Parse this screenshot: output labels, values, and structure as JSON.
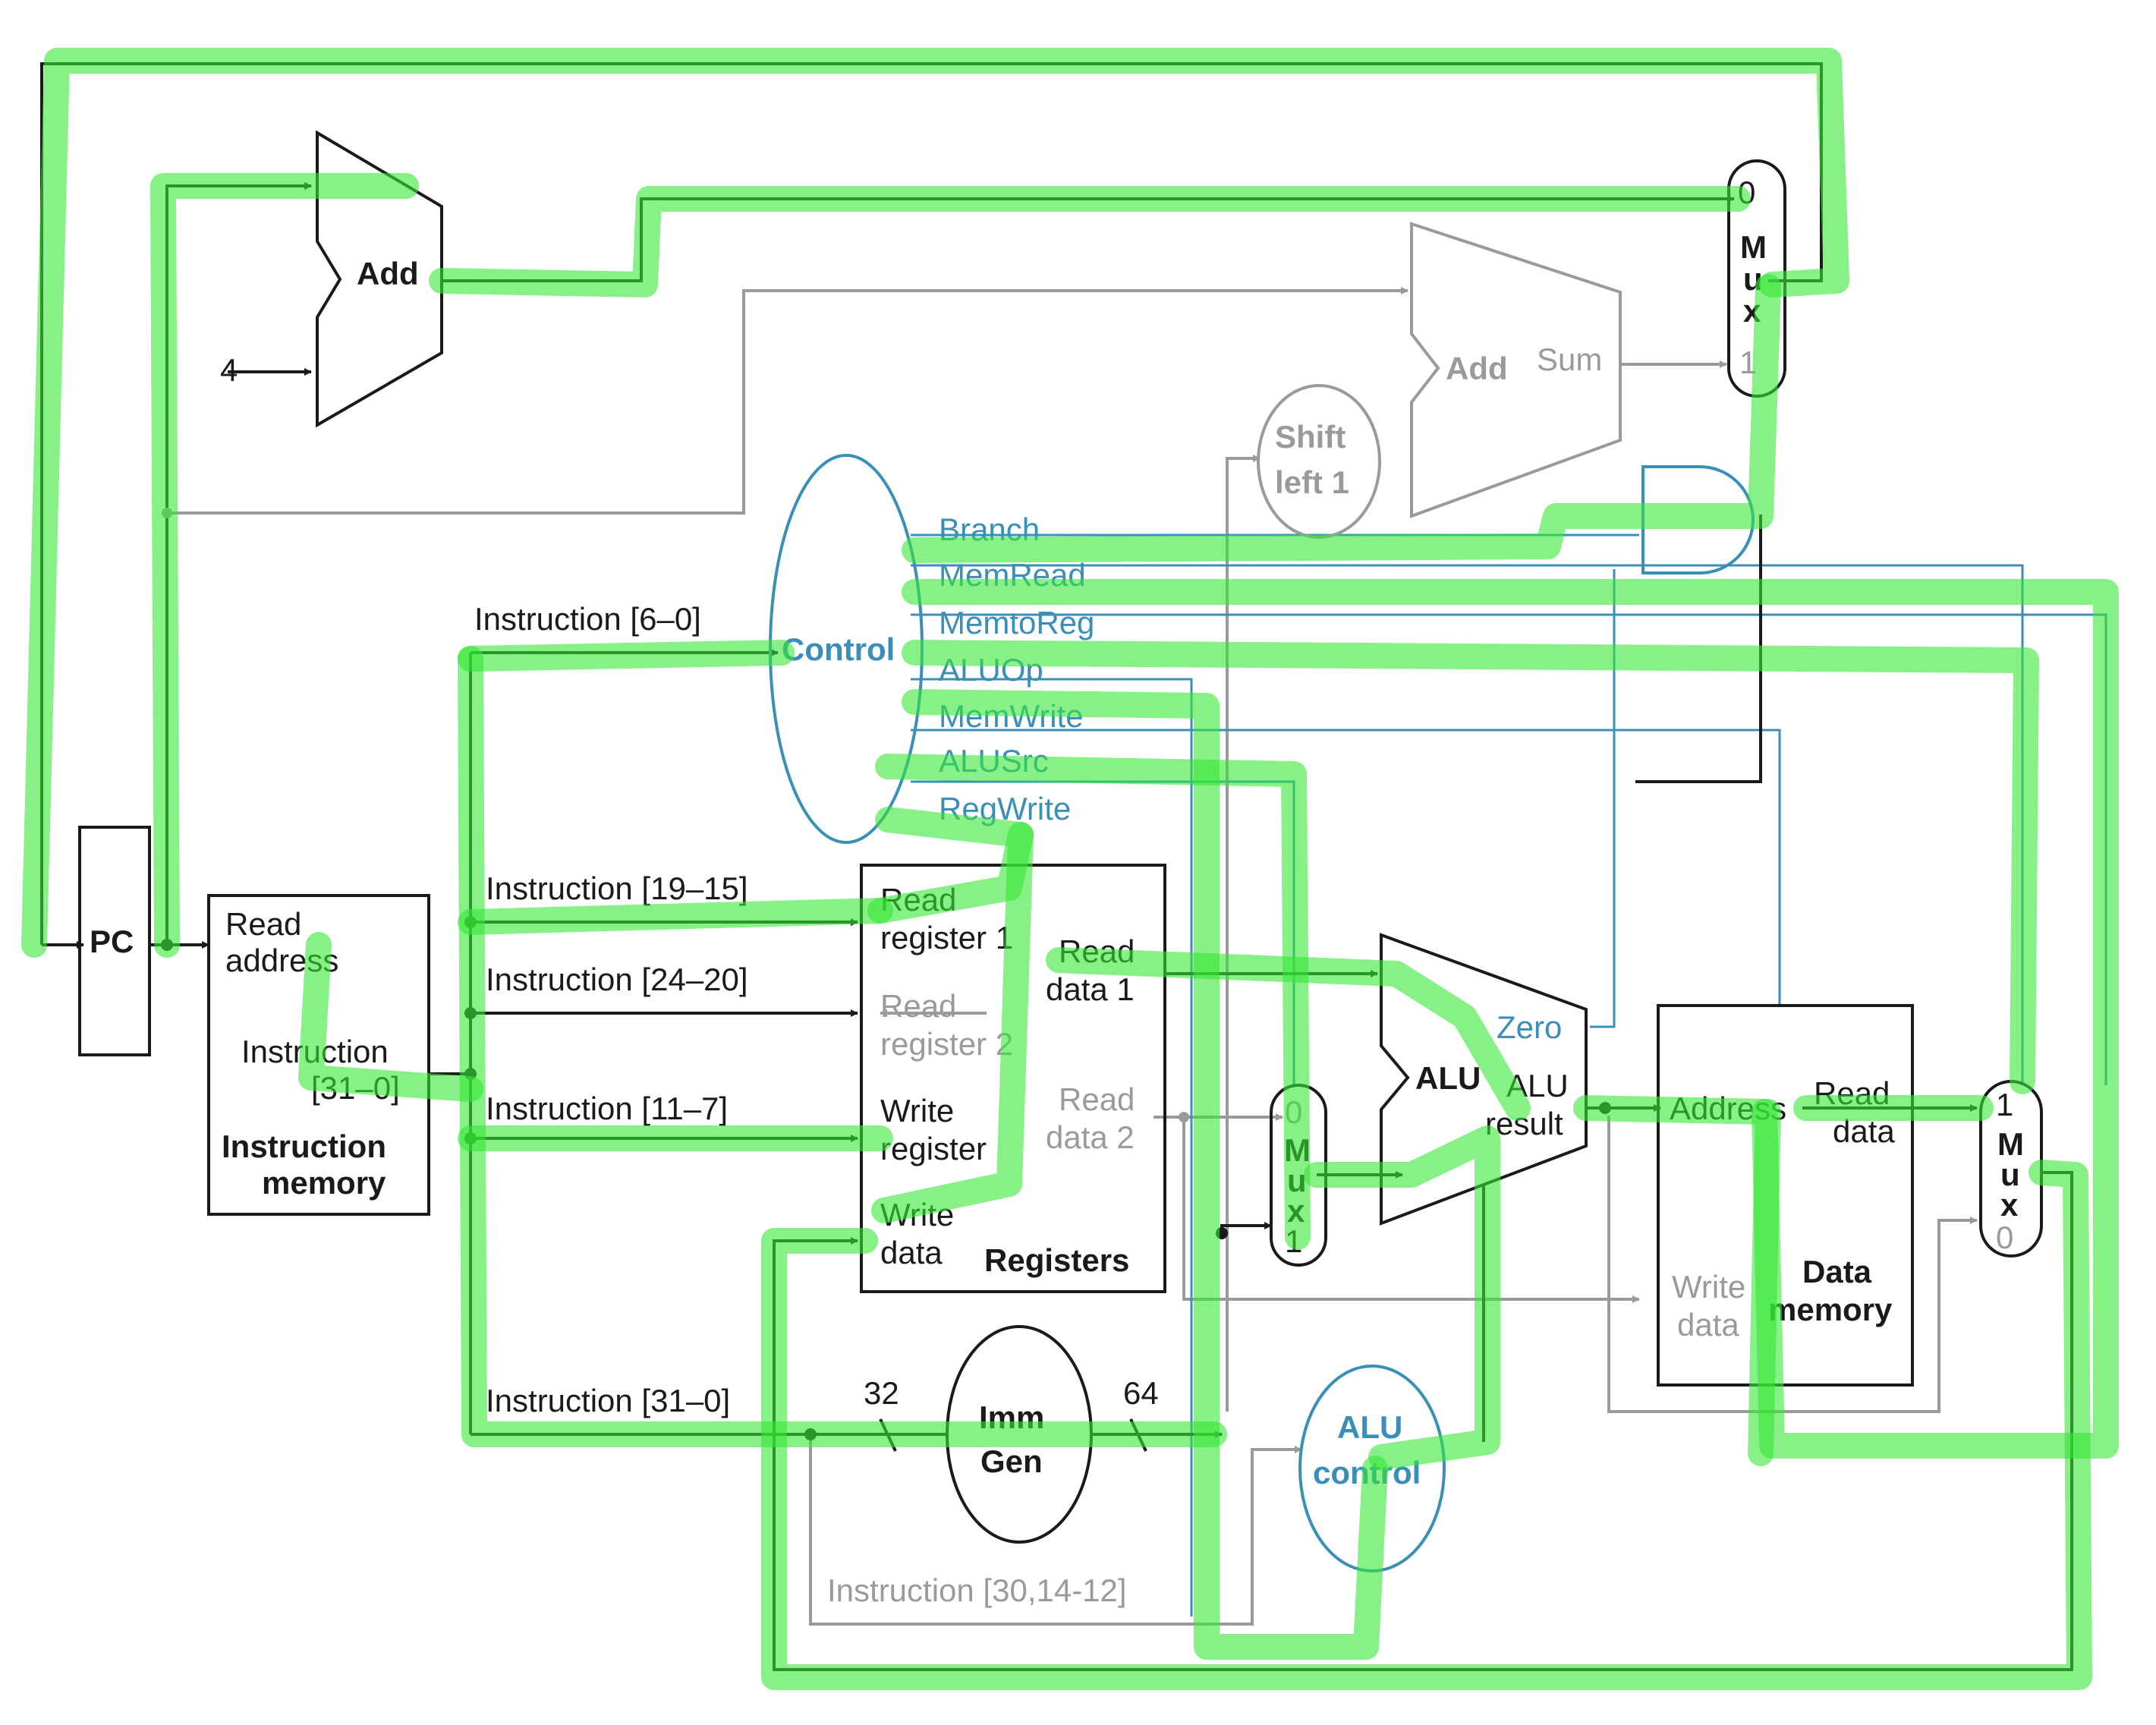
{
  "blocks": {
    "pc": "PC",
    "add_pc": "Add",
    "const_four": "4",
    "add_branch": "Add",
    "sum": "Sum",
    "shift_left_line1": "Shift",
    "shift_left_line2": "left 1",
    "control": "Control",
    "imm_gen_line1": "Imm",
    "imm_gen_line2": "Gen",
    "alu": "ALU",
    "alu_control_line1": "ALU",
    "alu_control_line2": "control",
    "mux_letters": [
      "M",
      "u",
      "x"
    ]
  },
  "mux_top": {
    "in0": "0",
    "in1": "1"
  },
  "mux_alu": {
    "in0": "0",
    "in1": "1"
  },
  "mux_mem": {
    "in1": "1",
    "in0": "0"
  },
  "control_signals": [
    "Branch",
    "MemRead",
    "MemtoReg",
    "ALUOp",
    "MemWrite",
    "ALUSrc",
    "RegWrite"
  ],
  "instruction_memory": {
    "read_address_line1": "Read",
    "read_address_line2": "address",
    "instruction_line1": "Instruction",
    "instruction_line2": "[31–0]",
    "title_line1": "Instruction",
    "title_line2": "memory"
  },
  "registers": {
    "read_register1_line1": "Read",
    "read_register1_line2": "register 1",
    "read_register2_line1": "Read",
    "read_register2_line2": "register 2",
    "write_register_line1": "Write",
    "write_register_line2": "register",
    "write_data_line1": "Write",
    "write_data_line2": "data",
    "read_data1_line1": "Read",
    "read_data1_line2": "data 1",
    "read_data2_line1": "Read",
    "read_data2_line2": "data 2",
    "title": "Registers"
  },
  "alu_outputs": {
    "zero": "Zero",
    "result_line1": "ALU",
    "result_line2": "result"
  },
  "data_memory": {
    "address": "Address",
    "read_data_line1": "Read",
    "read_data_line2": "data",
    "write_data_line1": "Write",
    "write_data_line2": "data",
    "title_line1": "Data",
    "title_line2": "memory"
  },
  "instruction_fields": {
    "f6_0": "Instruction [6–0]",
    "f19_15": "Instruction [19–15]",
    "f24_20": "Instruction [24–20]",
    "f11_7": "Instruction [11–7]",
    "f31_0": "Instruction [31–0]",
    "f30_14_12": "Instruction [30,14-12]"
  },
  "bus_widths": {
    "in": "32",
    "out": "64"
  },
  "colors": {
    "highlight": "#37e637",
    "wire_dark": "#1a1a1a",
    "wire_grey": "#9a9a9a",
    "control_blue": "#3a8fb8"
  }
}
